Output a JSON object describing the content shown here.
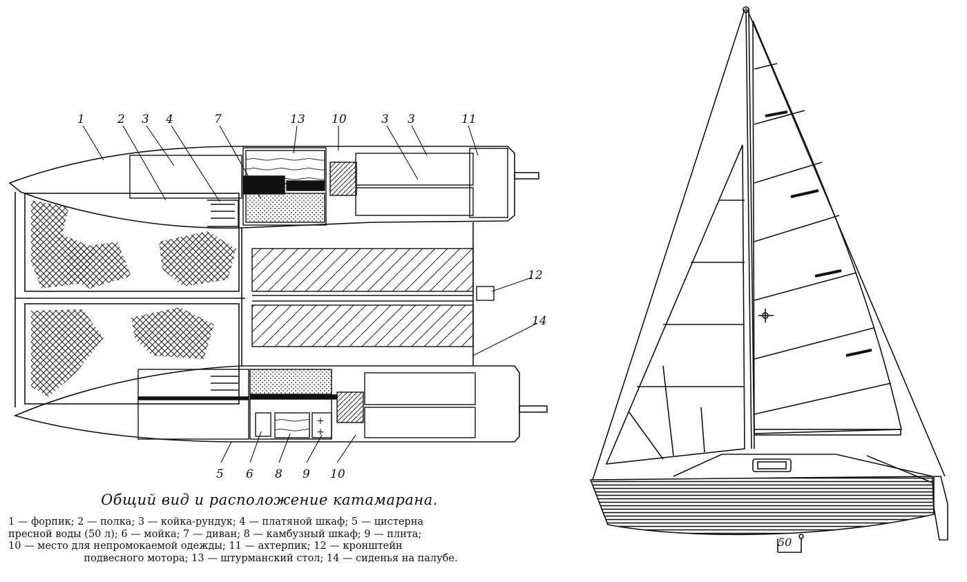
{
  "title": "Общий вид и расположение катамарана.",
  "legend": {
    "line1": "1 — форпик; 2 — полка; 3 — койка-рундук; 4 — платяной шкаф; 5 — цистерна",
    "line2": "пресной воды (50 л); 6 — мойка; 7 — диван; 8 — камбузный шкаф; 9 — плнта;",
    "line3": "10 — место для непромокаемой одежды; 11 — ахтерпик; 12 — кронштейн",
    "line4": "подвесного мотора; 13 — штурманский стол; 14 — сиденья на палубе."
  },
  "callouts": {
    "c1": "1",
    "c2": "2",
    "c3a": "3",
    "c4": "4",
    "c7": "7",
    "c13": "13",
    "c10a": "10",
    "c3b": "3",
    "c3c": "3",
    "c11": "11",
    "c12": "12",
    "c14": "14",
    "c5": "5",
    "c6": "6",
    "c8": "8",
    "c9": "9",
    "c10b": "10"
  },
  "scale_label": "50"
}
